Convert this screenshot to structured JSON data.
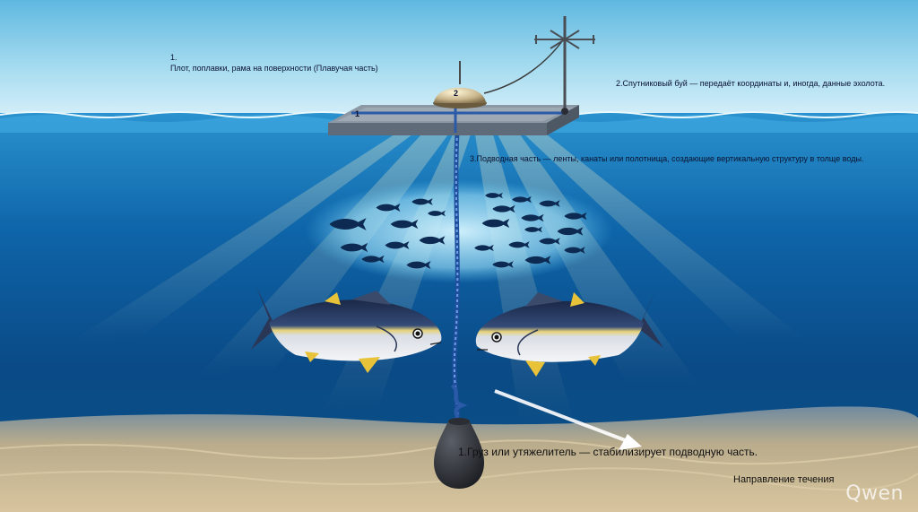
{
  "labels": {
    "raft_number": "1.",
    "raft_text": "Плот, поплавки, рама на поверхности (Плавучая часть)",
    "buoy_text": "2.Спутниковый буй — передаёт координаты и, иногда, данные эхолота.",
    "underwater_text": "3.Подводная часть — ленты, канаты или полотнища, создающие вертикальную структуру в толще воды.",
    "weight_text": "1.Груз или утяжелитель — стабилизирует подводную часть.",
    "current_text": "Направление течения"
  },
  "markers": {
    "raft_marker": "1",
    "buoy_marker": "2"
  },
  "watermark": "Qwen",
  "colors": {
    "sky_top": "#9fd6ef",
    "water_surface": "#1f7fbf",
    "deep_water": "#063a74",
    "sand": "#c9b48e",
    "rope": "#2a5aa8",
    "tuna_back": "#1d2a4a",
    "tuna_fin": "#e8c33a"
  }
}
